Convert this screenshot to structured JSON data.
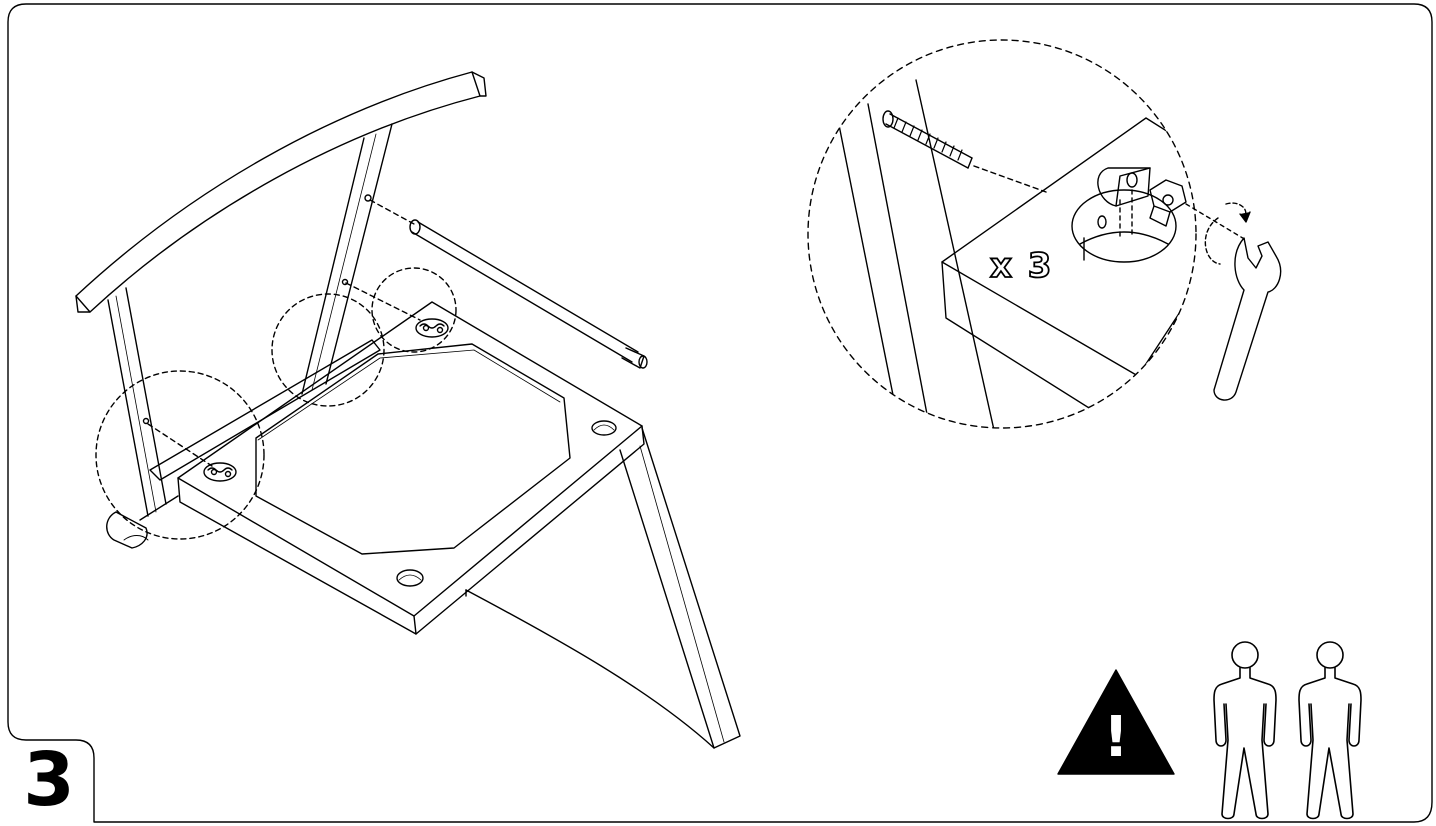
{
  "step": {
    "number": "3"
  },
  "detail": {
    "quantity_label": "x 3"
  },
  "warning": {
    "symbol": "!",
    "icon": "warning-triangle-icon",
    "people_icon": "two-person-icon",
    "people_count": 2
  },
  "tools": {
    "icon": "wrench-icon"
  },
  "colors": {
    "line": "#000000",
    "background": "#ffffff"
  }
}
